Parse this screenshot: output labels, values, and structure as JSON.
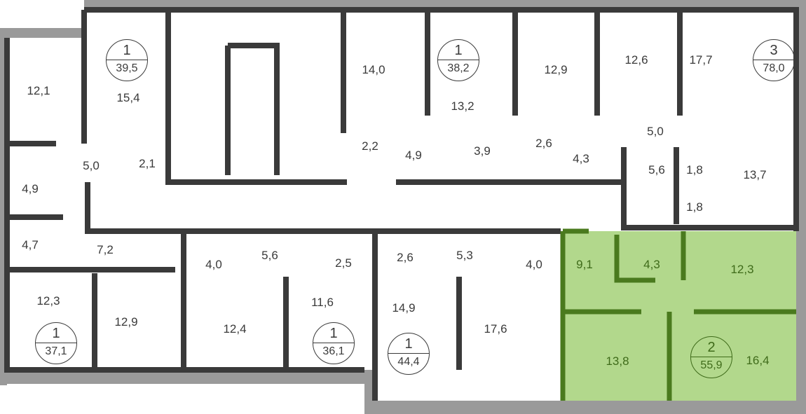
{
  "colors": {
    "wall": "#3a3a3a",
    "highlight_fill": "#b2d88c",
    "highlight_wall": "#4a7a1e",
    "window": "#9a9a9a"
  },
  "apartments": [
    {
      "rooms": "1",
      "area": "39,5"
    },
    {
      "rooms": "1",
      "area": "38,2"
    },
    {
      "rooms": "3",
      "area": "78,0"
    },
    {
      "rooms": "1",
      "area": "37,1"
    },
    {
      "rooms": "1",
      "area": "36,1"
    },
    {
      "rooms": "1",
      "area": "44,4"
    },
    {
      "rooms": "2",
      "area": "55,9",
      "highlighted": true
    }
  ],
  "room_areas": [
    "12,1",
    "15,4",
    "14,0",
    "13,2",
    "12,9",
    "12,6",
    "17,7",
    "2,2",
    "4,9",
    "3,9",
    "2,6",
    "4,3",
    "5,0",
    "5,6",
    "1,8",
    "1,8",
    "13,7",
    "5,0",
    "2,1",
    "4,9",
    "4,7",
    "7,2",
    "4,0",
    "5,6",
    "2,5",
    "2,6",
    "5,3",
    "4,0",
    "12,3",
    "12,9",
    "12,4",
    "11,6",
    "14,9",
    "17,6",
    "9,1",
    "4,3",
    "12,3",
    "13,8",
    "16,4"
  ]
}
